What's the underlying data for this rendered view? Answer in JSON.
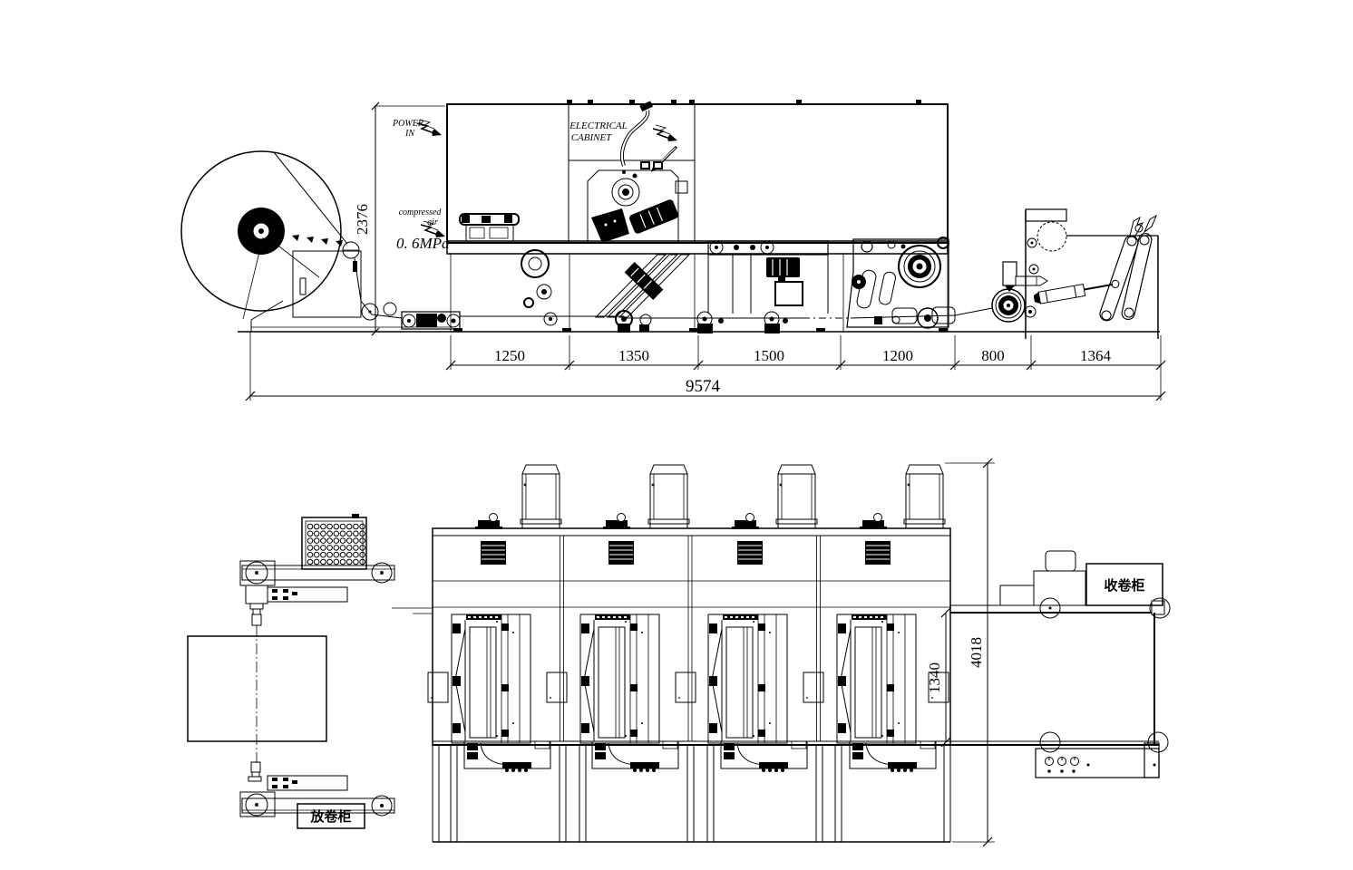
{
  "top_view": {
    "labels": {
      "power_in": [
        "POWER",
        "IN"
      ],
      "electrical_cabinet": [
        "ELECTRICAL",
        "CABINET"
      ],
      "compressed_air": [
        "compressed",
        "air"
      ],
      "pressure": "0. 6MPa"
    },
    "dimensions": {
      "height": "2376",
      "sections": [
        "1250",
        "1350",
        "1500",
        "1200",
        "800",
        "1364"
      ],
      "total": "9574"
    }
  },
  "plan_view": {
    "dimensions": {
      "web_width": "1340",
      "depth": "4018"
    },
    "labels": {
      "rewinder_cabinet": "收卷柜",
      "unwinder_cabinet": "放卷柜"
    }
  },
  "colors": {
    "line": "#000000",
    "background": "#ffffff"
  }
}
